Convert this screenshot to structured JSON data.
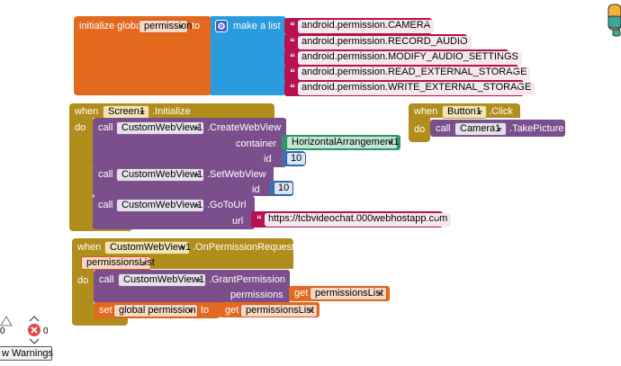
{
  "init_block": {
    "label_initialize": "initialize global",
    "var_name": "permission",
    "label_to": "to",
    "gear_icon": "gear-icon",
    "label_make_list": "make a list",
    "list_items": [
      "android.permission.CAMERA",
      "android.permission.RECORD_AUDIO",
      "android.permission.MODIFY_AUDIO_SETTINGS",
      "android.permission.READ_EXTERNAL_STORAGE",
      "android.permission.WRITE_EXTERNAL_STORAGE"
    ]
  },
  "screen_event": {
    "label_when": "when",
    "component": "Screen1",
    "event": ".Initialize",
    "label_do": "do",
    "call1": {
      "label_call": "call",
      "component": "CustomWebView1",
      "method": ".CreateWebView",
      "param_container": "container",
      "container_value": "HorizontalArrangement1",
      "param_id": "id",
      "id_value": "10"
    },
    "call2": {
      "label_call": "call",
      "component": "CustomWebView1",
      "method": ".SetWebView",
      "param_id": "id",
      "id_value": "10"
    },
    "call3": {
      "label_call": "call",
      "component": "CustomWebView1",
      "method": ".GoToUrl",
      "param_url": "url",
      "url_value": "https://tcbvideochat.000webhostapp.com"
    }
  },
  "button_event": {
    "label_when": "when",
    "component": "Button1",
    "event": ".Click",
    "label_do": "do",
    "label_call": "call",
    "call_component": "Camera1",
    "call_method": ".TakePicture"
  },
  "permission_event": {
    "label_when": "when",
    "component": "CustomWebView1",
    "event": ".OnPermissionRequest",
    "param": "permissionsList",
    "label_do": "do",
    "label_call": "call",
    "call_component": "CustomWebView1",
    "call_method": ".GrantPermission",
    "param_permissions": "permissions",
    "label_get": "get",
    "get_var": "permissionsList",
    "label_set": "set",
    "set_var": "global permission",
    "label_to": "to",
    "label_get2": "get",
    "get_var2": "permissionsList"
  },
  "workspace": {
    "warning_count": "0",
    "error_count": "0",
    "toggle_warnings_label": "w Warnings"
  },
  "colors": {
    "global": "#e3691f",
    "list": "#2a9bdc",
    "text": "#b7114f",
    "event": "#b18d1c",
    "component": "#7b4f8c",
    "math": "#3c6fb5",
    "arrangement": "#2e9a6b"
  }
}
